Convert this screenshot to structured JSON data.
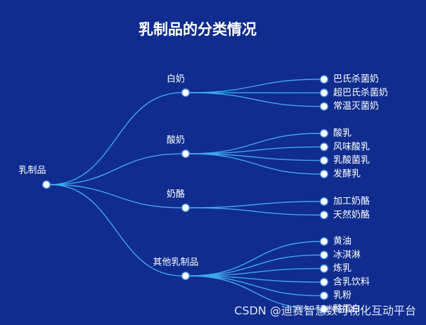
{
  "title": "乳制品的分类情况",
  "watermark": "CSDN @迪赛智慧数可视化互动平台",
  "colors": {
    "background": "#0f2c8e",
    "link": "#3fa8ee",
    "node_fill": "#ffffff",
    "node_stroke": "#3f7fe0",
    "text": "#ffffff"
  },
  "tree": {
    "name": "乳制品",
    "children": [
      {
        "name": "白奶",
        "children": [
          {
            "name": "巴氏杀菌奶"
          },
          {
            "name": "超巴氏杀菌奶"
          },
          {
            "name": "常温灭菌奶"
          }
        ]
      },
      {
        "name": "酸奶",
        "children": [
          {
            "name": "酸乳"
          },
          {
            "name": "风味酸乳"
          },
          {
            "name": "乳酸菌乳"
          },
          {
            "name": "发酵乳"
          }
        ]
      },
      {
        "name": "奶酪",
        "children": [
          {
            "name": "加工奶酪"
          },
          {
            "name": "天然奶酪"
          }
        ]
      },
      {
        "name": "其他乳制品",
        "children": [
          {
            "name": "黄油"
          },
          {
            "name": "冰淇淋"
          },
          {
            "name": "炼乳"
          },
          {
            "name": "含乳饮料"
          },
          {
            "name": "乳粉"
          },
          {
            "name": "酪蛋白"
          }
        ]
      }
    ]
  }
}
